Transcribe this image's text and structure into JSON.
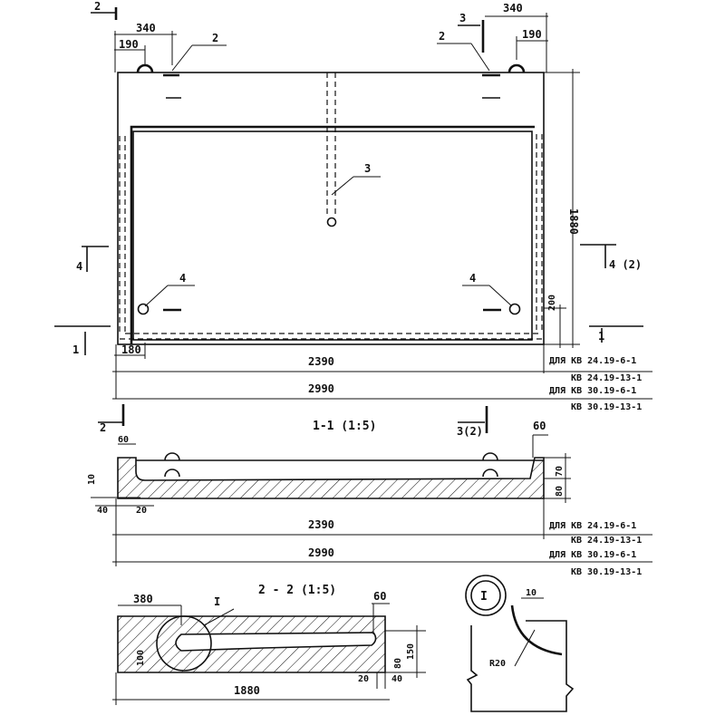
{
  "plan": {
    "dims": {
      "d340_left": "340",
      "d190_left": "190",
      "d340_right": "340",
      "d190_right": "190",
      "d1880": "1880",
      "d200": "200",
      "d180": "180",
      "d2390": "2390",
      "d2990": "2990"
    },
    "callouts": {
      "c2_left": "2",
      "c2_right": "2",
      "c3_top": "3",
      "c3_center": "3",
      "c4_left": "4",
      "c4_right": "4"
    },
    "section_marks": {
      "s2_top": "2",
      "s4_left": "4",
      "s4_right": "4 (2)",
      "s1_left": "1",
      "s1_right": "1"
    },
    "notes": {
      "n1a": "ДЛЯ КВ 24.19-6-1",
      "n1b": "КВ 24.19-13-1",
      "n2a": "ДЛЯ КВ 30.19-6-1",
      "n2b": "КВ 30.19-13-1"
    }
  },
  "section1": {
    "title": "1-1 (1:5)",
    "mark_left": "2",
    "mark_right": "3(2)",
    "dims": {
      "d60_left": "60",
      "d60_right": "60",
      "d10": "10",
      "d40": "40",
      "d20": "20",
      "d70": "70",
      "d80": "80",
      "d2390": "2390",
      "d2990": "2990"
    },
    "notes": {
      "n1a": "ДЛЯ КВ 24.19-6-1",
      "n1b": "КВ 24.19-13-1",
      "n2a": "ДЛЯ КВ 30.19-6-1",
      "n2b": "КВ 30.19-13-1"
    }
  },
  "section2": {
    "title": "2 - 2 (1:5)",
    "dims": {
      "d380": "380",
      "d60": "60",
      "d100": "100",
      "d80": "80",
      "d150": "150",
      "d20": "20",
      "d40": "40",
      "d1880": "1880"
    },
    "detail_mark": "I"
  },
  "detail": {
    "label": "I",
    "d10": "10",
    "radius": "R20"
  }
}
